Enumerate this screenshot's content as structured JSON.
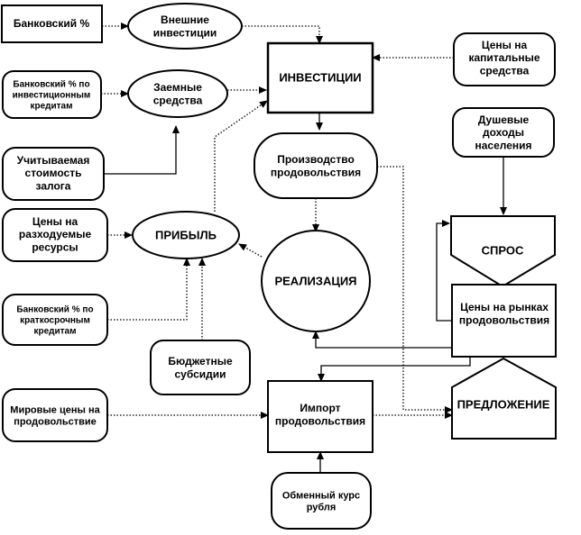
{
  "nodes": {
    "bank_rate": [
      "Банковский  %"
    ],
    "external_investments": [
      "Внешние",
      "инвестиции"
    ],
    "investments": [
      "ИНВЕСТИЦИИ"
    ],
    "capital_prices": [
      "Цены на",
      "капитальные",
      "средства"
    ],
    "bank_rate_investment_loans": [
      "Банковский % по",
      "инвестиционным",
      "кредитам"
    ],
    "borrowed_funds": [
      "Заемные",
      "средства"
    ],
    "food_production": [
      "Производство",
      "продовольствия"
    ],
    "per_capita_income": [
      "Душевые",
      "доходы",
      "населения"
    ],
    "collateral_value": [
      "Учитываемая",
      "стоимость",
      "залога"
    ],
    "consumable_prices": [
      "Цены на",
      "разходуемые",
      "ресурсы"
    ],
    "profit": [
      "ПРИБЫЛЬ"
    ],
    "demand": [
      "СПРОС"
    ],
    "sales": [
      "РЕАЛИЗАЦИЯ"
    ],
    "bank_rate_short_loans": [
      "Банковский % по",
      "краткосрочным",
      "кредитам"
    ],
    "food_market_prices": [
      "Цены на рынках",
      "продовольствия"
    ],
    "budget_subsidies": [
      "Бюджетные",
      "субсидии"
    ],
    "world_food_prices": [
      "Мировые цены на",
      "продовольствие"
    ],
    "food_import": [
      "Импорт",
      "продовольствия"
    ],
    "supply": [
      "ПРЕДЛОЖЕНИЕ"
    ],
    "ruble_rate": [
      "Обменный  курс",
      "рубля"
    ]
  }
}
